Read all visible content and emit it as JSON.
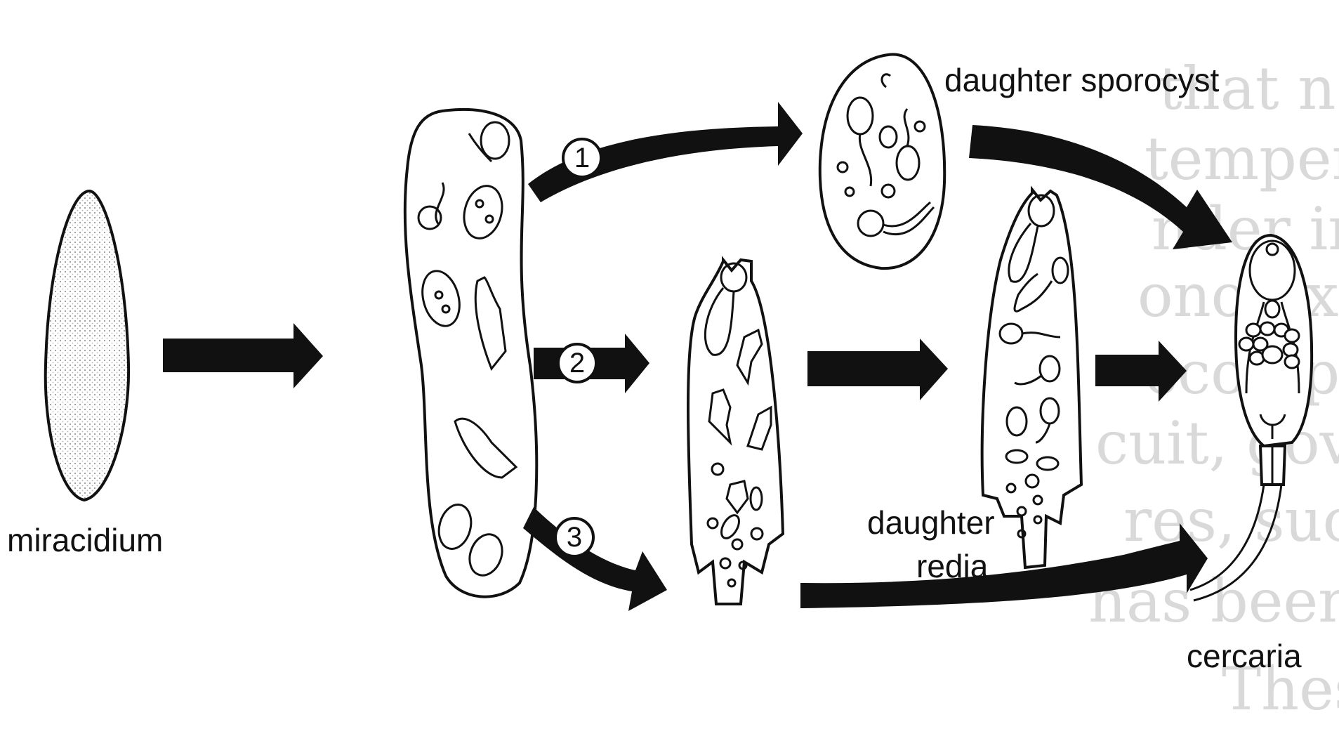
{
  "diagram": {
    "labels": {
      "miracidium": "miracidium",
      "daughter_sporocyst": "daughter sporocyst",
      "daughter_redia_line1": "daughter",
      "daughter_redia_line2": "redia",
      "cercaria": "cercaria"
    },
    "pathway_numbers": [
      "1",
      "2",
      "3"
    ],
    "background_text_lines": [
      "that n",
      "temper",
      "nder in",
      "onotaxis",
      "ccomplis",
      "cuit, gover",
      "res, such",
      "has been",
      "These"
    ]
  },
  "colors": {
    "ink": "#111111",
    "stipple": "#e3e3e3",
    "ghost_text": "#d9d9d9"
  }
}
